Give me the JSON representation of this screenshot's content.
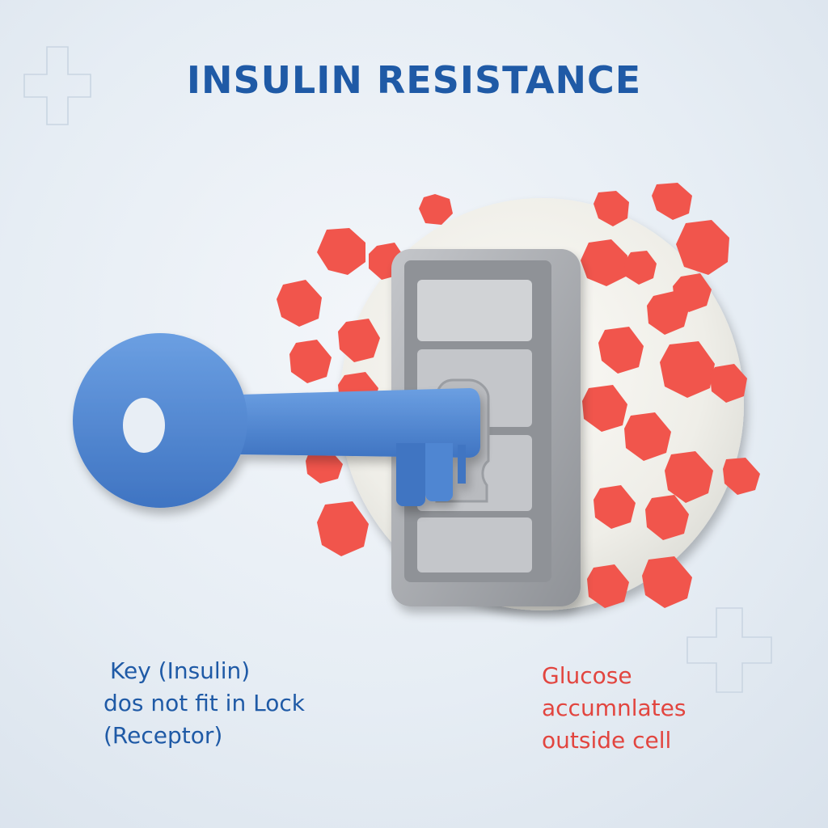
{
  "title": "INSULIN RESISTANCE",
  "key_caption": {
    "line1": "Key (Insulin)",
    "line2": "dos not fit in Lock",
    "line3": "(Receptor)"
  },
  "glucose_caption": {
    "line1": "Glucose",
    "line2": "accumnlates",
    "line3": "outside cell"
  },
  "colors": {
    "title": "#1f5aa6",
    "key": "#4f86d2",
    "lock": "#a9acb1",
    "glucose": "#f1554c",
    "cell": "#f1f0ea",
    "glucose_text": "#e2453f"
  }
}
